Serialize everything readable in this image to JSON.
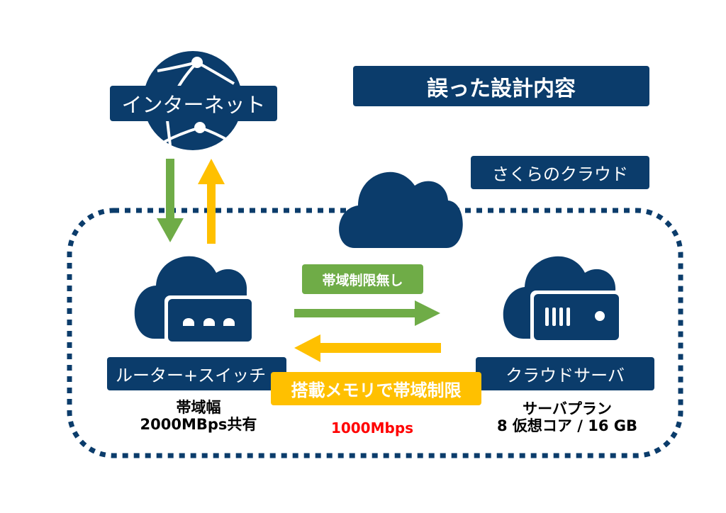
{
  "diagram": {
    "title": "誤った設計内容",
    "cloud_provider_label": "さくらのクラウド",
    "internet_label": "インターネット",
    "router_label": "ルーター+スイッチ",
    "server_label": "クラウドサーバ",
    "router_bandwidth": {
      "line1": "帯域幅",
      "line2": "2000MBps共有"
    },
    "server_plan": {
      "line1": "サーバプラン",
      "line2": "8 仮想コア / 16 GB"
    },
    "link_to_server": {
      "label": "帯域制限無し",
      "direction": "router-to-server"
    },
    "link_to_router": {
      "label": "搭載メモリで帯域制限",
      "speed": "1000Mbps",
      "direction": "server-to-router"
    },
    "internet_links": [
      {
        "direction": "internet-to-router",
        "color": "green"
      },
      {
        "direction": "router-to-internet",
        "color": "yellow"
      }
    ],
    "icons": {
      "internet": "globe-network-icon",
      "cloud": "cloud-icon",
      "router": "cloud-router-icon",
      "server": "cloud-server-icon"
    },
    "colors": {
      "navy": "#0b3c6b",
      "green": "#6fac47",
      "yellow": "#ffc000",
      "red": "#ff0000"
    }
  }
}
